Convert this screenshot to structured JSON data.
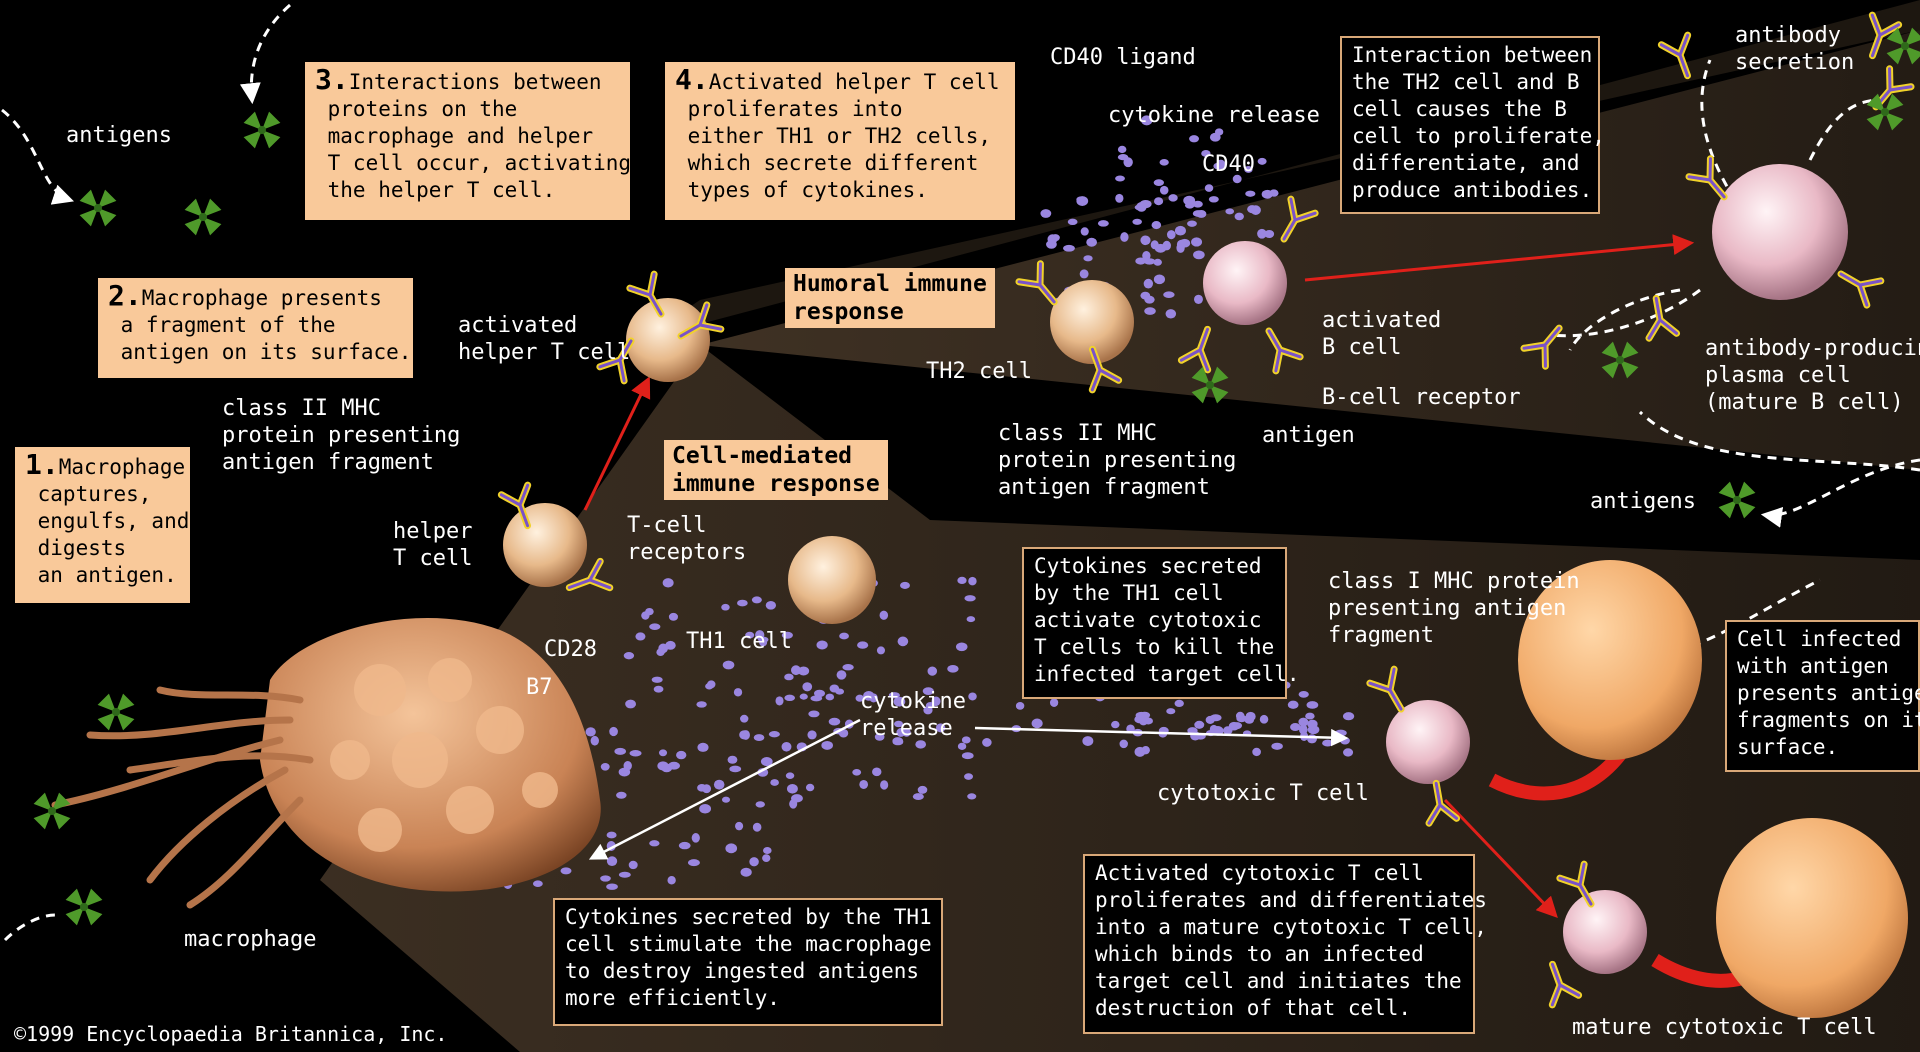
{
  "steps": {
    "s1": {
      "num": "1.",
      "text": "Macrophage\n captures,\n engulfs, and\n digests\n an antigen."
    },
    "s2": {
      "num": "2.",
      "text": "Macrophage presents\n a fragment of the\n antigen on its surface."
    },
    "s3": {
      "num": "3.",
      "text": "Interactions between\n proteins on the\n macrophage and helper\n T cell occur, activating\n the helper T cell."
    },
    "s4": {
      "num": "4.",
      "text": "Activated helper T cell\n proliferates into\n either TH1 or TH2 cells,\n which secrete different\n types of cytokines."
    }
  },
  "headers": {
    "humoral": "Humoral immune\nresponse",
    "cell_mediated": "Cell-mediated\nimmune response"
  },
  "captions": {
    "th2_bcell": "Interaction between\nthe TH2 cell and B\ncell causes the B\ncell to proliferate,\ndifferentiate, and\nproduce antibodies.",
    "th1_cytotoxic": "Cytokines secreted\nby the TH1 cell\nactivate cytotoxic\nT cells to kill the\ninfected target cell.",
    "macrophage_stim": "Cytokines secreted by the TH1\ncell stimulate the macrophage\nto destroy ingested antigens\nmore efficiently.",
    "infected": "Cell infected\nwith antigen\npresents antigen\nfragments on its\nsurface.",
    "mature": "Activated cytotoxic T cell\nproliferates and differentiates\ninto a mature cytotoxic T cell,\nwhich binds to an infected\ntarget cell and initiates the\ndestruction of that cell."
  },
  "labels": {
    "antigens_top": "antigens",
    "class2_left": "class II MHC\nprotein presenting\nantigen fragment",
    "activated_helper": "activated\nhelper T cell",
    "helper": "helper\nT cell",
    "tcell_receptors": "T-cell\nreceptors",
    "cd28": "CD28",
    "b7": "B7",
    "th1": "TH1 cell",
    "macrophage": "macrophage",
    "cytokine_release_mid": "cytokine\nrelease",
    "cd40_ligand": "CD40 ligand",
    "cytokine_release_top": "cytokine release",
    "cd40": "CD40",
    "th2": "TH2 cell",
    "class2_right": "class II MHC\nprotein presenting\nantigen fragment",
    "activated_b": "activated\nB cell",
    "bcell_receptor": "B-cell receptor",
    "antigen": "antigen",
    "antibody_secretion": "antibody\nsecretion",
    "plasma": "antibody-producing\nplasma cell\n(mature B cell)",
    "antigens_right": "antigens",
    "class1": "class I MHC protein\npresenting antigen\nfragment",
    "cytotoxic": "cytotoxic T cell",
    "mature_cytotoxic": "mature cytotoxic T cell"
  },
  "copyright": "©1999 Encyclopaedia Britannica, Inc.",
  "colors": {
    "peach": "#f9c99a",
    "border": "#d9a878",
    "arrow": "#e0201a",
    "cytokine": "#9a86e0",
    "antigen": "#4f9a2a",
    "cell": "#e7b98a"
  }
}
